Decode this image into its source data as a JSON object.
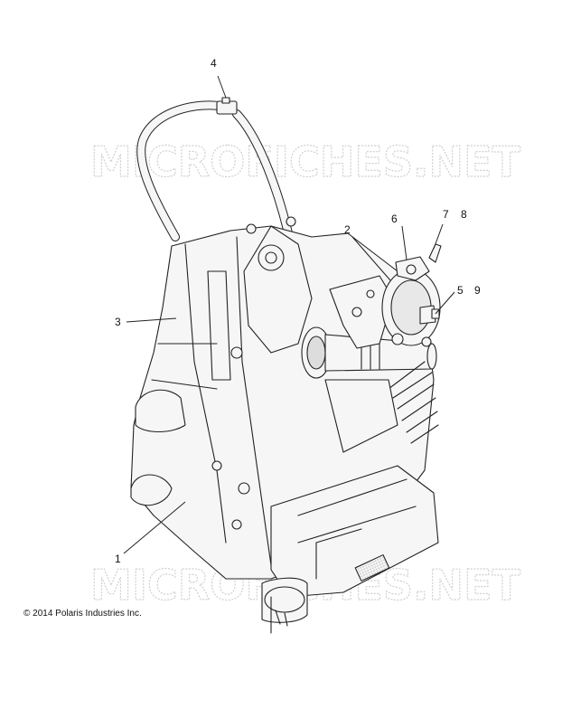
{
  "watermark": {
    "text": "MICROFICHES.NET",
    "color": "#d9d9d9"
  },
  "callouts": [
    "1",
    "2",
    "3",
    "4",
    "5",
    "6",
    "7",
    "8",
    "9"
  ],
  "copyright": "© 2014 Polaris Industries Inc.",
  "colors": {
    "line": "#222222",
    "fill": "#f4f4f4",
    "shade": "#d6d6d6"
  }
}
